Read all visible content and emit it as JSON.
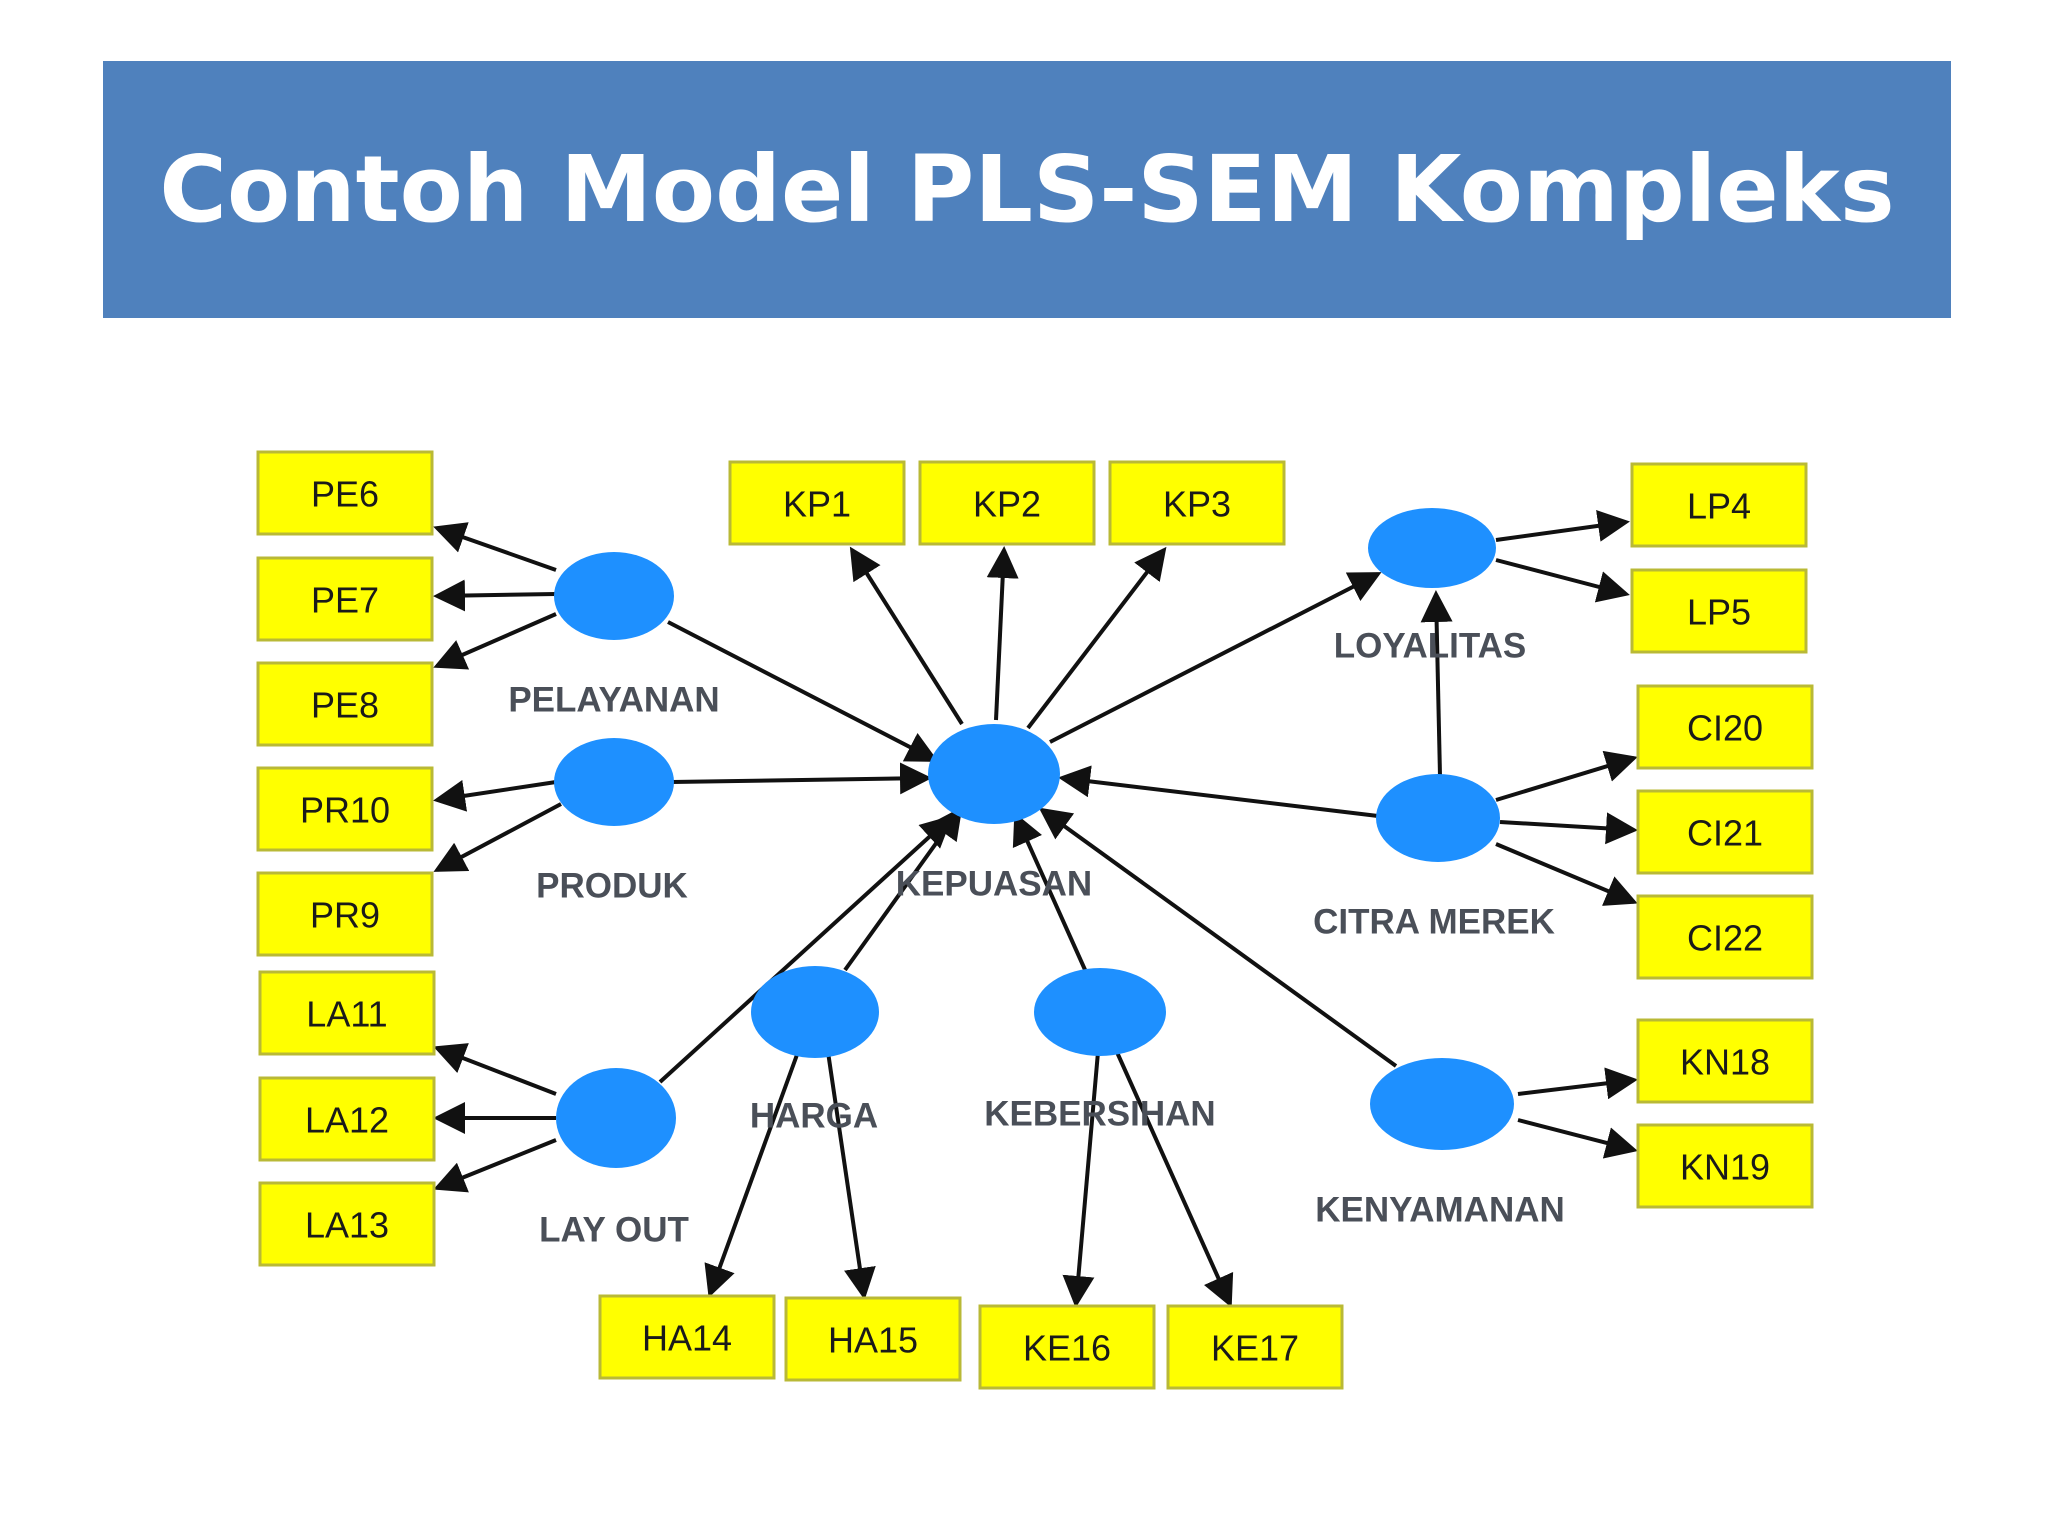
{
  "title": "Contoh Model PLS-SEM Kompleks",
  "colors": {
    "banner": "#4f81bd",
    "indicator_fill": "#ffff00",
    "latent_fill": "#1e90ff",
    "arrow": "#111111"
  },
  "latent_variables": {
    "pelayanan": "PELAYANAN",
    "produk": "PRODUK",
    "layout": "LAY OUT",
    "harga": "HARGA",
    "kepuasan": "KEPUASAN",
    "kebersihan": "KEBERSIHAN",
    "loyalitas": "LOYALITAS",
    "citra_merek": "CITRA MEREK",
    "kenyamanan": "KENYAMANAN"
  },
  "indicators": {
    "pe6": "PE6",
    "pe7": "PE7",
    "pe8": "PE8",
    "pr10": "PR10",
    "pr9": "PR9",
    "la11": "LA11",
    "la12": "LA12",
    "la13": "LA13",
    "kp1": "KP1",
    "kp2": "KP2",
    "kp3": "KP3",
    "lp4": "LP4",
    "lp5": "LP5",
    "ci20": "CI20",
    "ci21": "CI21",
    "ci22": "CI22",
    "kn18": "KN18",
    "kn19": "KN19",
    "ha14": "HA14",
    "ha15": "HA15",
    "ke16": "KE16",
    "ke17": "KE17"
  }
}
